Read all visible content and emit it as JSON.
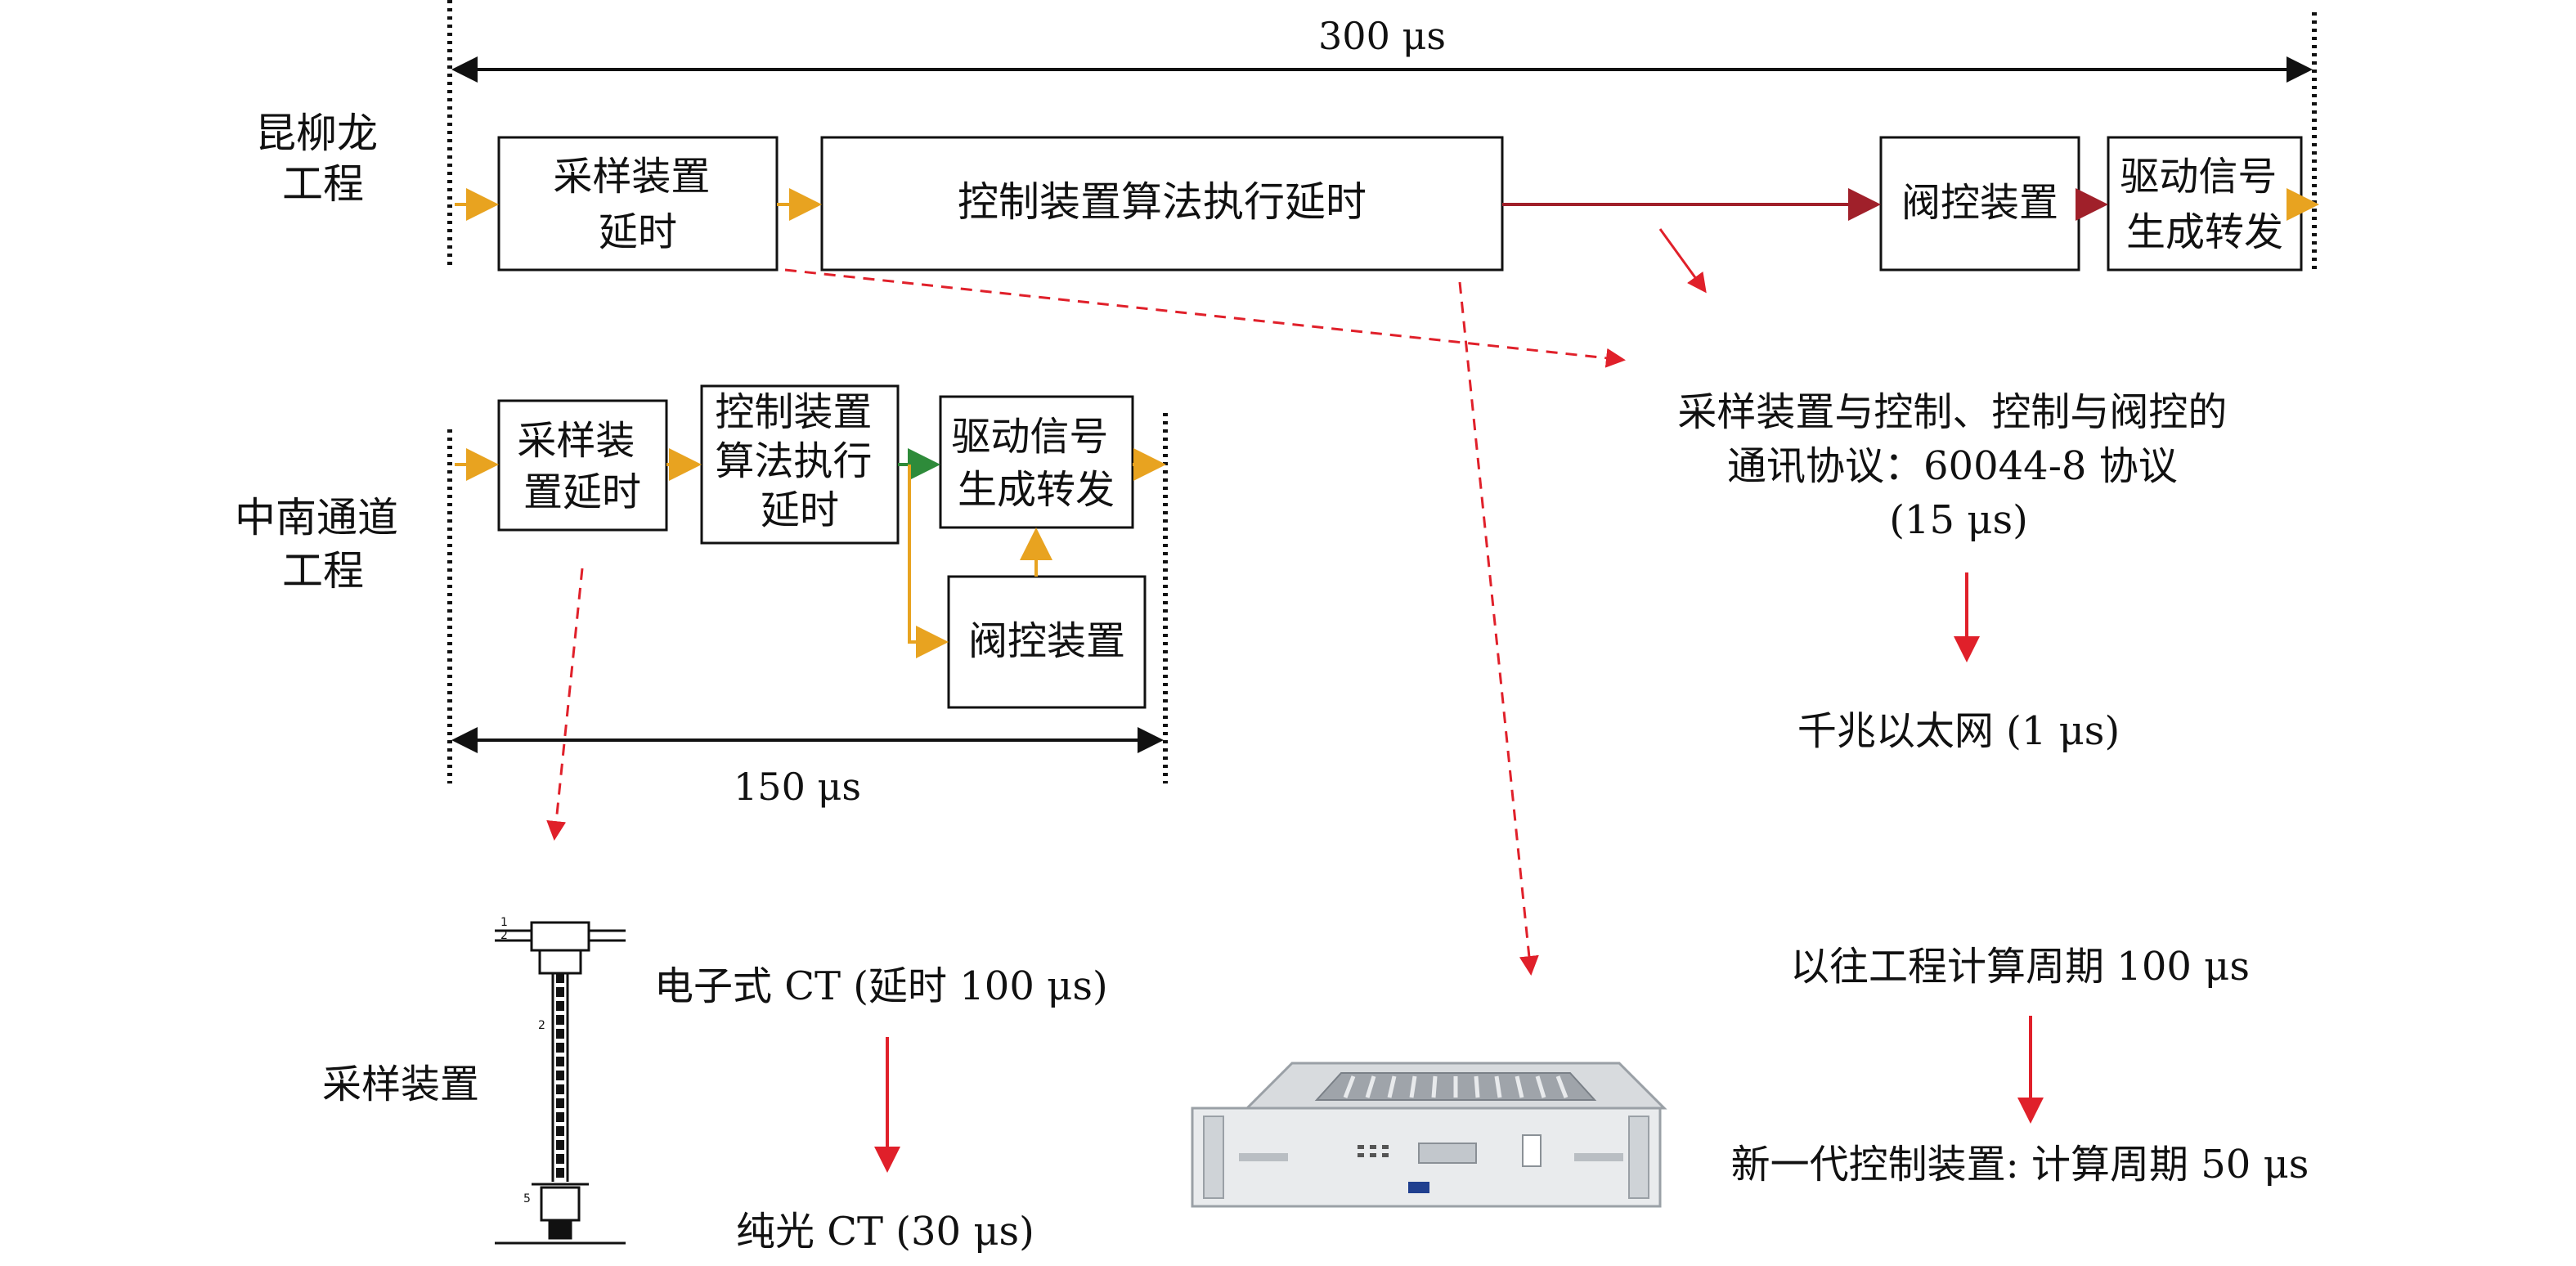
{
  "upper": {
    "project_label": [
      "昆柳龙",
      "工程"
    ],
    "duration": "300 μs",
    "boxes": {
      "sampling": [
        "采样装置",
        "延时"
      ],
      "control": [
        "控制装置算法执行延时"
      ],
      "valve": [
        "阀控装置"
      ],
      "drive": [
        "驱动信号",
        "生成转发"
      ]
    }
  },
  "lower": {
    "project_label": [
      "中南通道",
      "工程"
    ],
    "duration": "150 μs",
    "boxes": {
      "sampling": [
        "采样装",
        "置延时"
      ],
      "control": [
        "控制装置",
        "算法执行",
        "延时"
      ],
      "drive": [
        "驱动信号",
        "生成转发"
      ],
      "valve": [
        "阀控装置"
      ]
    }
  },
  "protocol": {
    "lines": [
      "采样装置与控制、控制与阀控的",
      "通讯协议：60044-8 协议",
      "(15 μs)"
    ],
    "result": "千兆以太网 (1 μs)"
  },
  "sampling_device": {
    "label": "采样装置",
    "old": "电子式 CT (延时 100 μs)",
    "new": "纯光 CT (30 μs)"
  },
  "control_device": {
    "old": "以往工程计算周期 100 μs",
    "new": "新一代控制装置: 计算周期 50 μs"
  },
  "colors": {
    "orange": "#E8A320",
    "darkred": "#A0202A",
    "red": "#E0202A",
    "green": "#2E8B3A",
    "black": "#111111"
  }
}
